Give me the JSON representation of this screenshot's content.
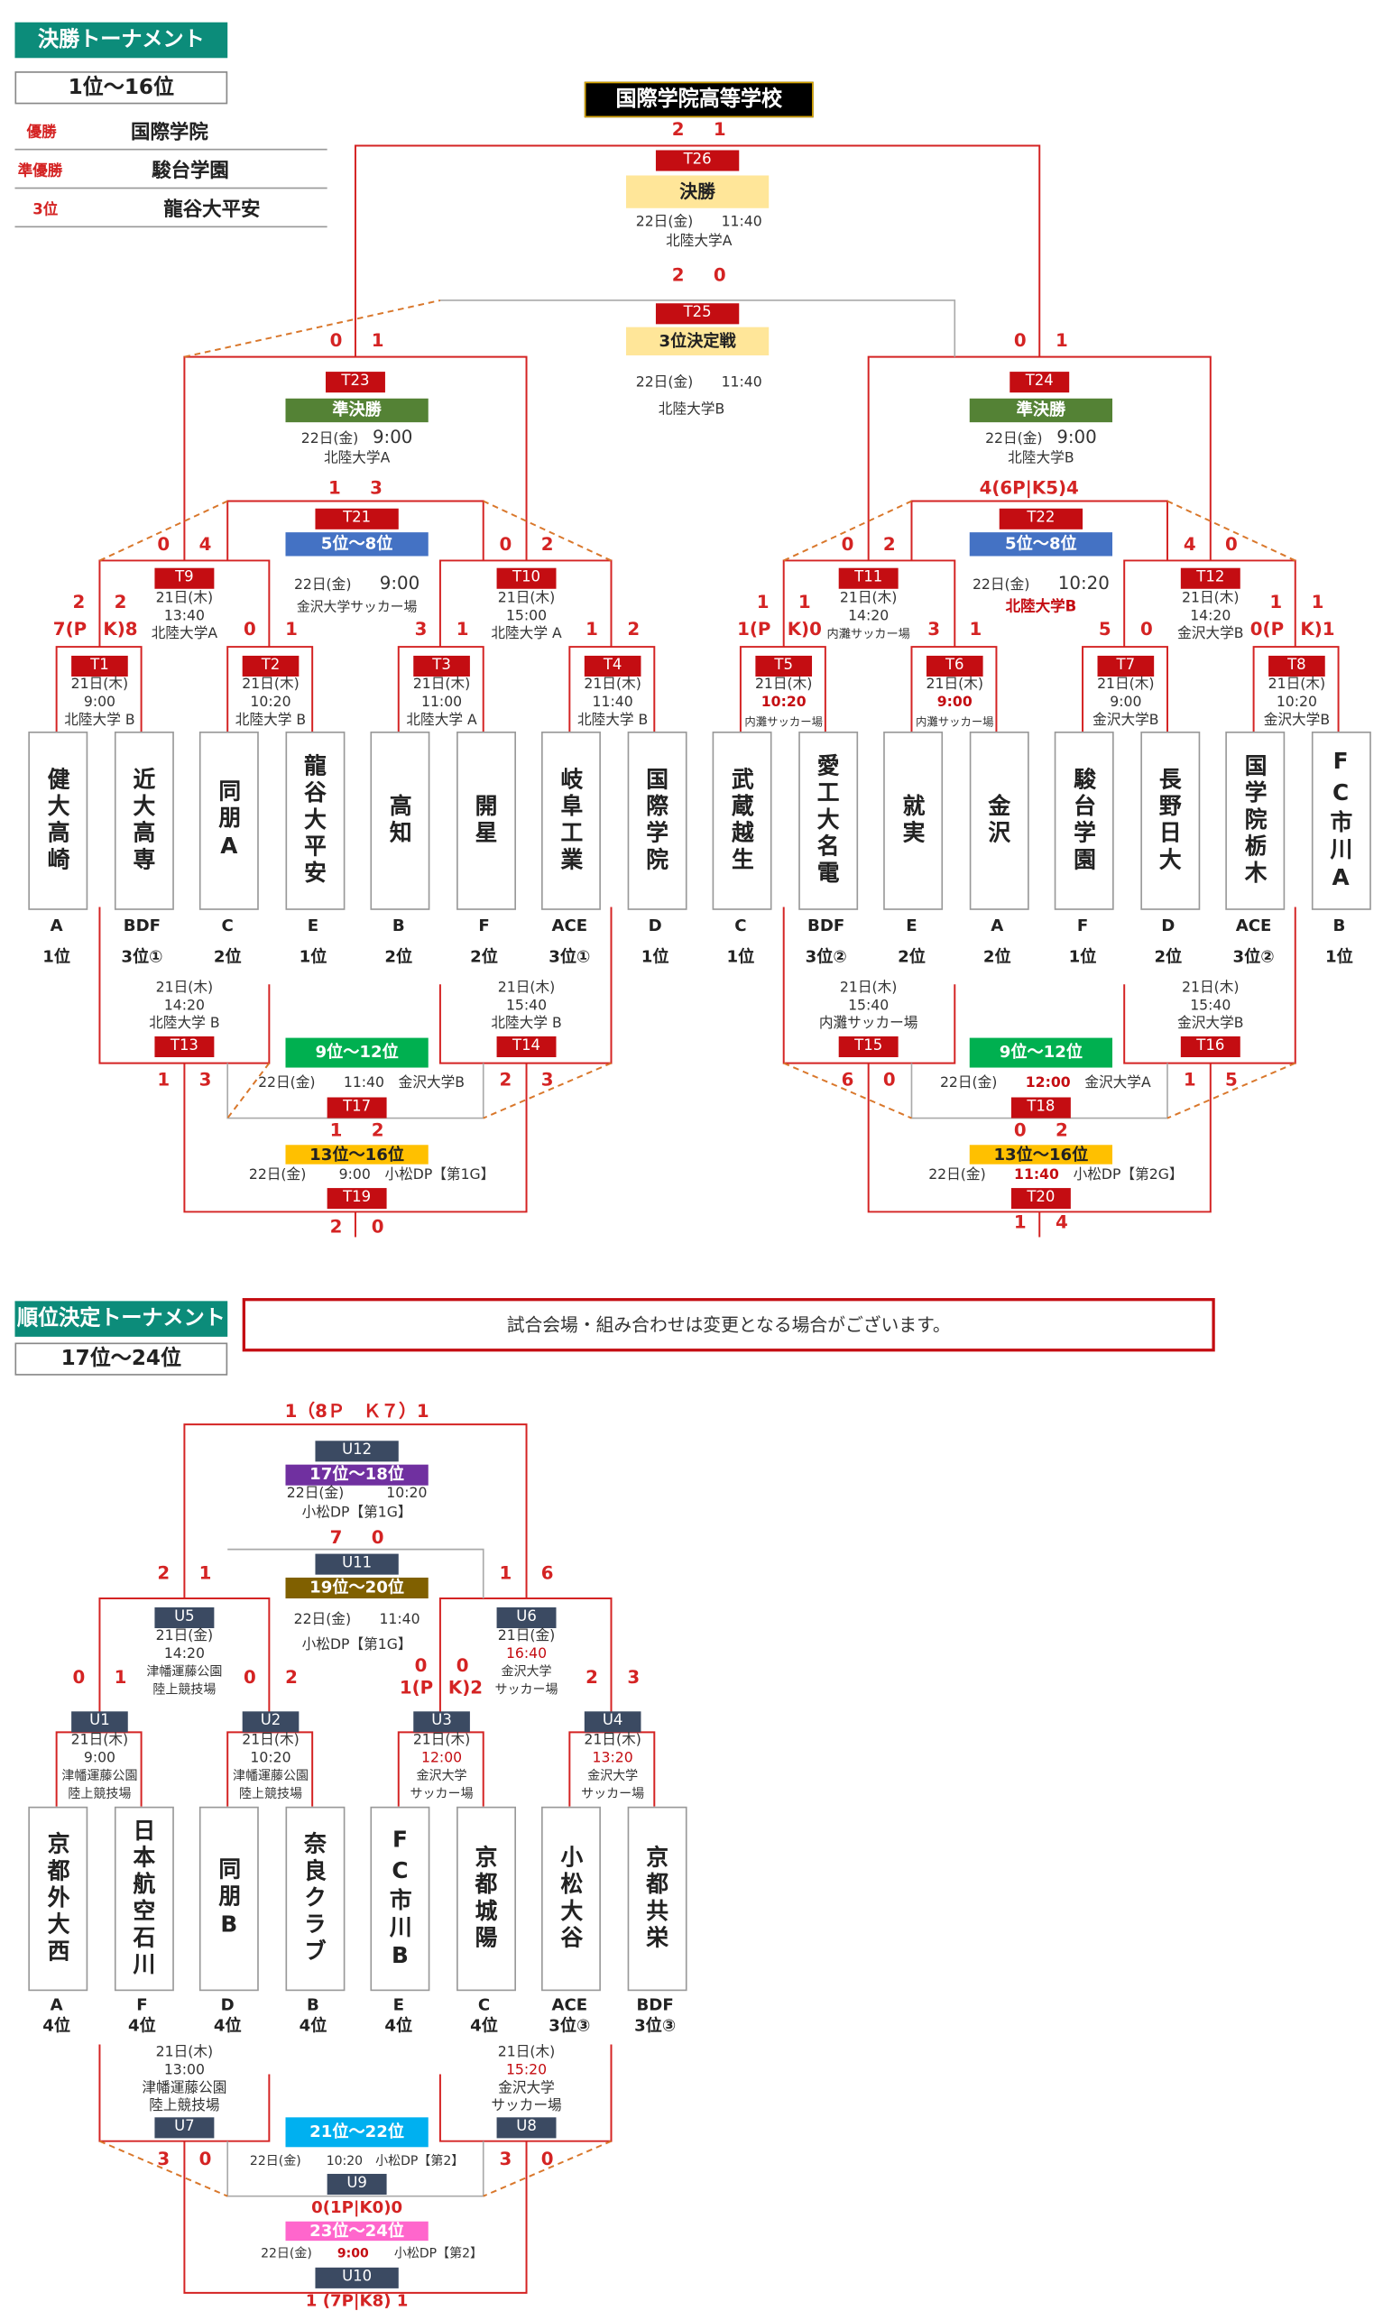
{
  "colors": {
    "accent": "#0c8c7a",
    "line": "#d42323",
    "match_box": "#c40d12",
    "match_box_lower": "#3b4a62"
  },
  "header": {
    "title": "決勝トーナメント",
    "range": "1位〜16位"
  },
  "ranking": [
    {
      "label": "優勝",
      "team": "国際学院"
    },
    {
      "label": "準優勝",
      "team": "駿台学園"
    },
    {
      "label": "3位",
      "team": "龍谷大平安"
    }
  ],
  "champion": "国際学院高等学校",
  "notice": "試合会場・組み合わせは変更となる場合がございます。",
  "header2": {
    "title": "順位決定トーナメント",
    "range": "17位〜24位"
  },
  "upper": {
    "teams": [
      {
        "name": "健大高崎",
        "group": "A",
        "rank": "1位"
      },
      {
        "name": "近大高専",
        "group": "BDF",
        "rank": "3位①"
      },
      {
        "name": "同朋A",
        "group": "C",
        "rank": "2位"
      },
      {
        "name": "龍谷大平安",
        "group": "E",
        "rank": "1位"
      },
      {
        "name": "高知",
        "group": "B",
        "rank": "2位"
      },
      {
        "name": "開星",
        "group": "F",
        "rank": "2位"
      },
      {
        "name": "岐阜工業",
        "group": "ACE",
        "rank": "3位①"
      },
      {
        "name": "国際学院",
        "group": "D",
        "rank": "1位"
      },
      {
        "name": "武蔵越生",
        "group": "C",
        "rank": "1位"
      },
      {
        "name": "愛工大名電",
        "group": "BDF",
        "rank": "3位②"
      },
      {
        "name": "就実",
        "group": "E",
        "rank": "2位"
      },
      {
        "name": "金沢",
        "group": "A",
        "rank": "2位"
      },
      {
        "name": "駿台学園",
        "group": "F",
        "rank": "1位"
      },
      {
        "name": "長野日大",
        "group": "D",
        "rank": "2位"
      },
      {
        "name": "国学院栃木",
        "group": "ACE",
        "rank": "3位②"
      },
      {
        "name": "FC市川A",
        "group": "B",
        "rank": "1位"
      }
    ],
    "r1": [
      {
        "code": "T1",
        "l1": "21日(木)",
        "l2": "9:00",
        "l3": "北陸大学 B",
        "s1": "7(P",
        "s2": "K)8",
        "a1": "2",
        "a2": "2"
      },
      {
        "code": "T2",
        "l1": "21日(木)",
        "l2": "10:20",
        "l3": "北陸大学 B",
        "s1": "0",
        "s2": "1"
      },
      {
        "code": "T3",
        "l1": "21日(木)",
        "l2": "11:00",
        "l3": "北陸大学 A",
        "s1": "3",
        "s2": "1"
      },
      {
        "code": "T4",
        "l1": "21日(木)",
        "l2": "11:40",
        "l3": "北陸大学 B",
        "s1": "1",
        "s2": "2"
      },
      {
        "code": "T5",
        "l1": "21日(木)",
        "l2": "10:20",
        "l3": "内灘サッカー場",
        "s1": "1(P",
        "s2": "K)0",
        "a1": "1",
        "a2": "1"
      },
      {
        "code": "T6",
        "l1": "21日(木)",
        "l2": "9:00",
        "l3": "内灘サッカー場",
        "s1": "3",
        "s2": "1"
      },
      {
        "code": "T7",
        "l1": "21日(木)",
        "l2": "9:00",
        "l3": "金沢大学B",
        "s1": "5",
        "s2": "0"
      },
      {
        "code": "T8",
        "l1": "21日(木)",
        "l2": "10:20",
        "l3": "金沢大学B",
        "s1": "0(P",
        "s2": "K)1",
        "a1": "1",
        "a2": "1"
      }
    ],
    "qf": [
      {
        "code": "T9",
        "l1": "21日(木)",
        "l2": "13:40",
        "l3": "北陸大学A",
        "s1": "0",
        "s2": "4"
      },
      {
        "code": "T10",
        "l1": "21日(木)",
        "l2": "15:00",
        "l3": "北陸大学 A",
        "s1": "0",
        "s2": "2"
      },
      {
        "code": "T11",
        "l1": "21日(木)",
        "l2": "14:20",
        "l3": "内灘サッカー場",
        "s1": "0",
        "s2": "2"
      },
      {
        "code": "T12",
        "l1": "21日(木)",
        "l2": "14:20",
        "l3": "金沢大学B",
        "s1": "4",
        "s2": "0"
      }
    ],
    "cons": [
      {
        "code": "T21",
        "label": "5位〜8位",
        "l1": "22日(金)",
        "l2": "9:00",
        "l3": "金沢大学サッカー場",
        "s1": "1",
        "s2": "3"
      },
      {
        "code": "T22",
        "label": "5位〜8位",
        "l1": "22日(金)",
        "l2": "10:20",
        "l3": "北陸大学B",
        "s": "4(6P",
        "sb": "K5)4"
      }
    ],
    "sf": [
      {
        "code": "T23",
        "label": "準決勝",
        "l1": "22日(金)",
        "l2": "9:00",
        "l3": "北陸大学A",
        "s1": "0",
        "s2": "1"
      },
      {
        "code": "T24",
        "label": "準決勝",
        "l1": "22日(金)",
        "l2": "9:00",
        "l3": "北陸大学B",
        "s1": "0",
        "s2": "1"
      }
    ],
    "third": {
      "code": "T25",
      "label": "3位決定戦",
      "l1": "22日(金)",
      "l2": "11:40",
      "l3": "北陸大学B",
      "s1": "2",
      "s2": "0"
    },
    "final": {
      "code": "T26",
      "label": "決勝",
      "l1": "22日(金)",
      "l2": "11:40",
      "l3": "北陸大学A",
      "s1": "2",
      "s2": "1"
    },
    "low": [
      {
        "code": "T13",
        "l1": "21日(木)",
        "l2": "14:20",
        "l3": "北陸大学 B",
        "s1": "1",
        "s2": "3"
      },
      {
        "code": "T14",
        "l1": "21日(木)",
        "l2": "15:40",
        "l3": "北陸大学 B",
        "s1": "2",
        "s2": "3"
      },
      {
        "code": "T15",
        "l1": "21日(木)",
        "l2": "15:40",
        "l3": "内灘サッカー場",
        "s1": "6",
        "s2": "0"
      },
      {
        "code": "T16",
        "l1": "21日(木)",
        "l2": "15:40",
        "l3": "金沢大学B",
        "s1": "1",
        "s2": "5"
      }
    ],
    "p9": [
      {
        "code": "T17",
        "label": "9位〜12位",
        "info": "22日(金)　　11:40　金沢大学B",
        "s1": "1",
        "s2": "2"
      },
      {
        "code": "T18",
        "label": "9位〜12位",
        "info_a": "22日(金)",
        "info_b": "12:00",
        "info_c": "金沢大学A",
        "s1": "0",
        "s2": "2"
      }
    ],
    "p13": [
      {
        "code": "T19",
        "label": "13位〜16位",
        "info": "22日(金)　　 9:00　小松DP【第1G】",
        "s1": "2",
        "s2": "0"
      },
      {
        "code": "T20",
        "label": "13位〜16位",
        "info_a": "22日(金)",
        "info_b": "11:40",
        "info_c": "小松DP【第2G】",
        "s1": "1",
        "s2": "4"
      }
    ]
  },
  "lower": {
    "teams": [
      {
        "name": "京都外大西",
        "group": "A",
        "rank": "4位"
      },
      {
        "name": "日本航空石川",
        "group": "F",
        "rank": "4位"
      },
      {
        "name": "同朋B",
        "group": "D",
        "rank": "4位"
      },
      {
        "name": "奈良クラブ",
        "group": "B",
        "rank": "4位"
      },
      {
        "name": "FC市川B",
        "group": "E",
        "rank": "4位"
      },
      {
        "name": "京都城陽",
        "group": "C",
        "rank": "4位"
      },
      {
        "name": "小松大谷",
        "group": "ACE",
        "rank": "3位③"
      },
      {
        "name": "京都共栄",
        "group": "BDF",
        "rank": "3位③"
      }
    ],
    "r1": [
      {
        "code": "U1",
        "l1": "21日(木)",
        "l2": "9:00",
        "l3": "津幡運藤公園",
        "l4": "陸上競技場",
        "s1": "0",
        "s2": "1"
      },
      {
        "code": "U2",
        "l1": "21日(木)",
        "l2": "10:20",
        "l3": "津幡運藤公園",
        "l4": "陸上競技場",
        "s1": "0",
        "s2": "2"
      },
      {
        "code": "U3",
        "l1": "21日(木)",
        "l2": "12:00",
        "l3": "金沢大学",
        "l4": "サッカー場",
        "s1": "1(P",
        "s2": "K)2",
        "a1": "0",
        "a2": "0"
      },
      {
        "code": "U4",
        "l1": "21日(木)",
        "l2": "13:20",
        "l3": "金沢大学",
        "l4": "サッカー場",
        "s1": "2",
        "s2": "3"
      }
    ],
    "sf": [
      {
        "code": "U5",
        "l1": "21日(金)",
        "l2": "14:20",
        "l3": "津幡運藤公園",
        "l4": "陸上競技場",
        "s1": "2",
        "s2": "1"
      },
      {
        "code": "U6",
        "l1": "21日(金)",
        "l2": "16:40",
        "l3": "金沢大学",
        "l4": "サッカー場",
        "s1": "1",
        "s2": "6"
      }
    ],
    "fin": {
      "code": "U12",
      "label": "17位〜18位",
      "l1": "22日(金)",
      "l2": "10:20",
      "l3": "小松DP【第1G】",
      "score": "1（8Ｐ　Ｋ７）1"
    },
    "p19": {
      "code": "U11",
      "label": "19位〜20位",
      "l1": "22日(金)",
      "l2": "11:40",
      "l3": "小松DP【第1G】",
      "s1": "7",
      "s2": "0"
    },
    "low": [
      {
        "code": "U7",
        "l1": "21日(木)",
        "l2": "13:00",
        "l3": "津幡運藤公園",
        "l4": "陸上競技場",
        "s1": "3",
        "s2": "0"
      },
      {
        "code": "U8",
        "l1": "21日(木)",
        "l2": "15:20",
        "l3": "金沢大学",
        "l4": "サッカー場",
        "s1": "3",
        "s2": "0"
      }
    ],
    "p21": {
      "code": "U9",
      "label": "21位〜22位",
      "info": "22日(金)　　10:20　小松DP【第2】",
      "score": "0(1P|K0)0"
    },
    "p23": {
      "code": "U10",
      "label": "23位〜24位",
      "info_a": "22日(金)",
      "info_b": "9:00",
      "info_c": "小松DP【第2】",
      "score": "1 (7P|K8) 1"
    }
  }
}
